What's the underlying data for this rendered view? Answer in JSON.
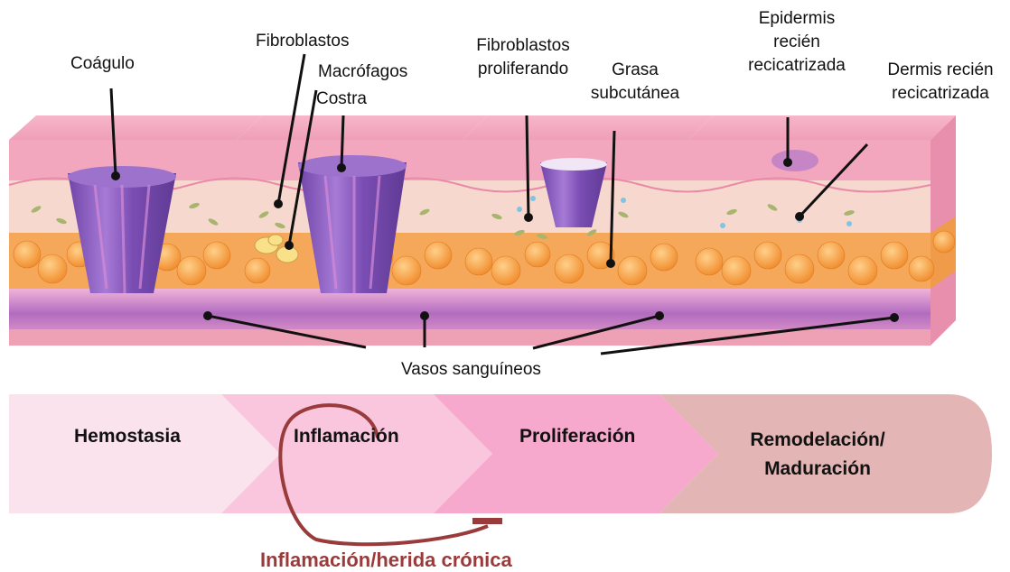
{
  "labels": {
    "coagulo": "Coágulo",
    "fibroblastos": "Fibroblastos",
    "macrofagos": "Macrófagos",
    "costra": "Costra",
    "fibroblastos_proliferando_1": "Fibroblastos",
    "fibroblastos_proliferando_2": "proliferando",
    "grasa_1": "Grasa",
    "grasa_2": "subcutánea",
    "epidermis_1": "Epidermis",
    "epidermis_2": "recién",
    "epidermis_3": "recicatrizada",
    "dermis_1": "Dermis recién",
    "dermis_2": "recicatrizada",
    "vasos": "Vasos sanguíneos"
  },
  "stages": {
    "hemostasia": "Hemostasia",
    "inflamacion": "Inflamación",
    "proliferacion": "Proliferación",
    "remodelacion_1": "Remodelación/",
    "remodelacion_2": "Maduración"
  },
  "chronic_label": "Inflamación/herida crónica",
  "colors": {
    "skin_top": "#f4a9c0",
    "dermis": "#f7d8cf",
    "fat": "#f5a043",
    "clot": "#8b5bb8",
    "vessel": "#c27fc4",
    "arrow_1": "#fbe3ee",
    "arrow_2": "#f9c6dd",
    "arrow_3": "#f6a8cd",
    "arrow_4": "#e3b5b5",
    "chronic": "#9a3b3b"
  }
}
